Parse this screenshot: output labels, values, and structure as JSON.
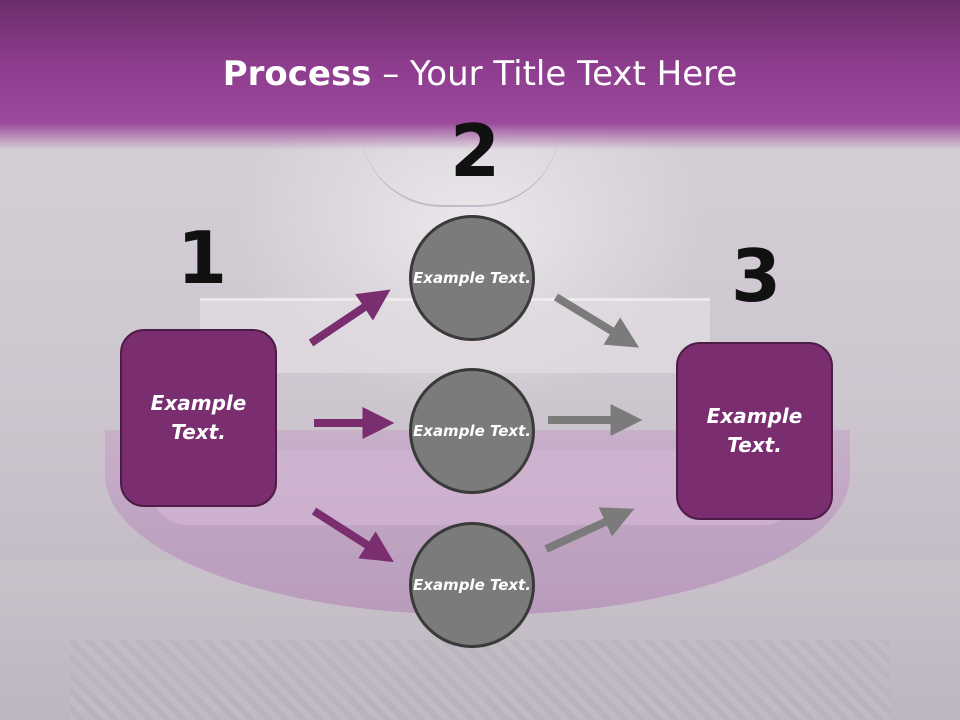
{
  "slide": {
    "title_bold": "Process",
    "title_rest": " – Your Title Text Here",
    "numbers": [
      "1",
      "2",
      "3"
    ],
    "left_box": "Example Text.",
    "right_box": "Example Text.",
    "circles": [
      "Example Text.",
      "Example Text.",
      "Example Text."
    ]
  },
  "colors": {
    "title_band": "#8e3d8e",
    "box_fill": "#7a2e70",
    "circle_fill": "#7b7b7b",
    "arrow_purple": "#7a2e70",
    "arrow_gray": "#7b7b7b"
  },
  "icons": [
    "arrow-icon"
  ]
}
